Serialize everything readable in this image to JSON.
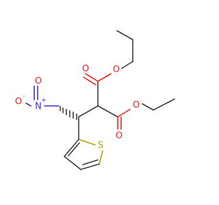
{
  "atoms": {
    "o_ester1_carbonyl": "O",
    "o_ester1_ether": "O",
    "o_ester2_carbonyl": "O",
    "o_ester2_ether": "O",
    "nitro_n": "N",
    "nitro_n_charge": "+",
    "nitro_o_minus": "O",
    "nitro_o_minus_charge": "-",
    "nitro_o_double": "O",
    "thiophene_s": "S"
  },
  "colors": {
    "bond": "#3a3a3a",
    "oxygen": "#e8231f",
    "nitrogen": "#3333cc",
    "sulfur": "#b8a000"
  }
}
